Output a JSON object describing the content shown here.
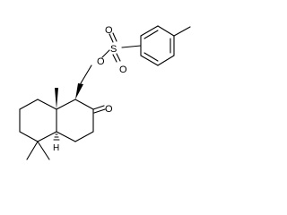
{
  "molecule": {
    "atoms": {
      "ester_oxygen": "O",
      "sulfur": "S",
      "sulfonyl_oxygen_top": "O",
      "sulfonyl_oxygen_bottom": "O",
      "ketone_oxygen": "O",
      "ring_fusion_hydrogen": "H"
    }
  }
}
